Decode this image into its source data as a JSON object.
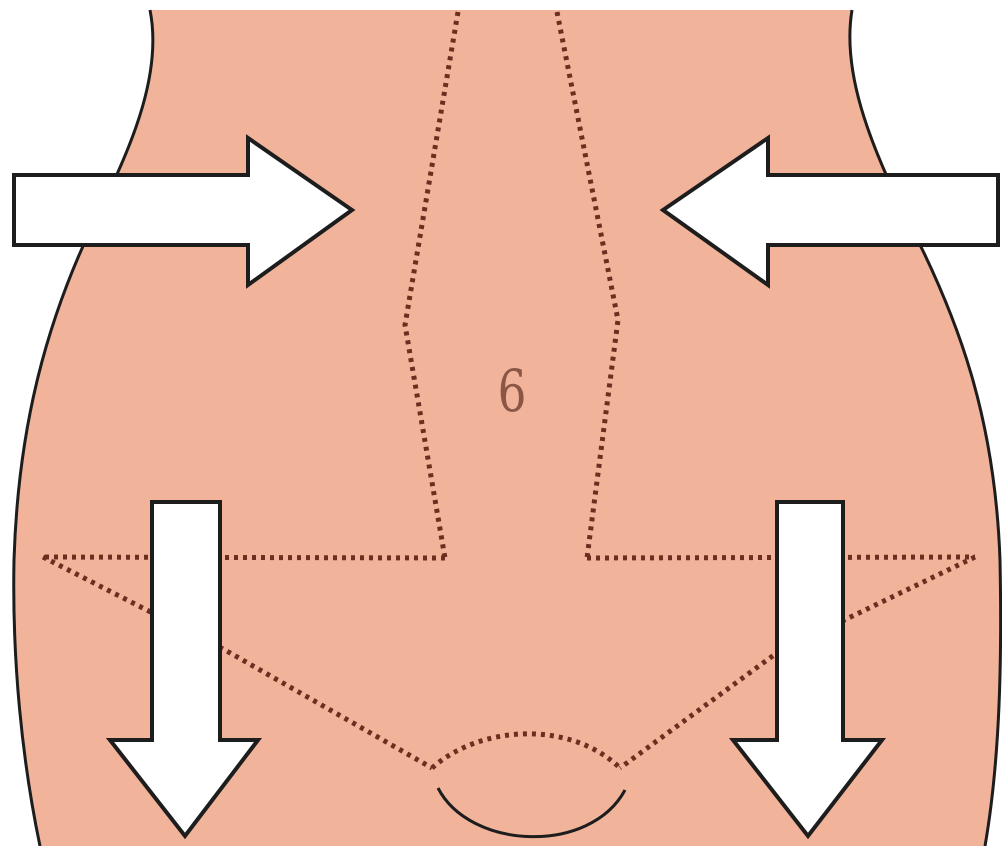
{
  "diagram": {
    "region_label": "6",
    "colors": {
      "background": "#ffffff",
      "skin": "#f1b49b",
      "outline": "#1d1d1d",
      "dotted_line": "#6b2e1f",
      "arrow_fill": "#ffffff",
      "arrow_stroke": "#1d1d1d"
    },
    "arrows": [
      {
        "name": "arrow-right-icon",
        "direction": "right"
      },
      {
        "name": "arrow-left-icon",
        "direction": "left"
      },
      {
        "name": "arrow-down-left-icon",
        "direction": "down"
      },
      {
        "name": "arrow-down-right-icon",
        "direction": "down"
      }
    ]
  }
}
